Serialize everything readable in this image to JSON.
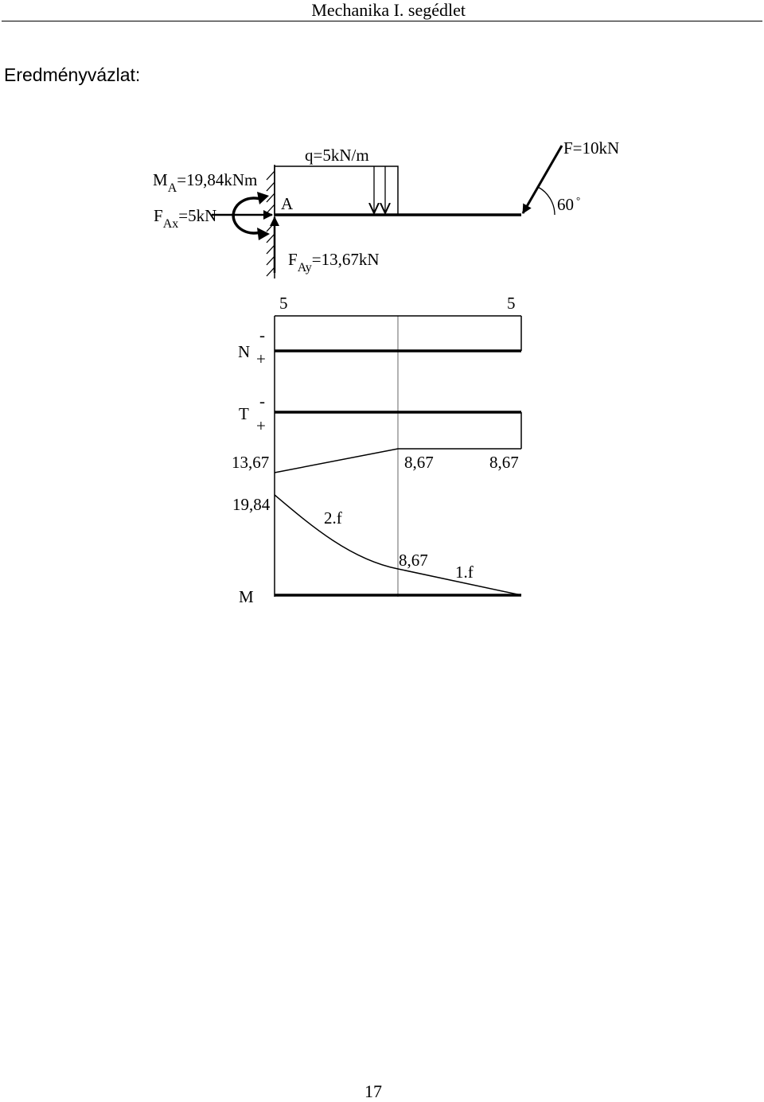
{
  "header": {
    "title": "Mechanika I. segédlet"
  },
  "section_title": "Eredményvázlat:",
  "page_number": "17",
  "colors": {
    "ink": "#000000",
    "guide": "#808080",
    "paper": "#ffffff"
  },
  "beam": {
    "support_label": "A",
    "distributed_load": {
      "label": "q=5kN/m"
    },
    "point_force": {
      "label": "F=10kN",
      "angle": "60",
      "degree_mark": "°"
    },
    "reactions": {
      "moment": {
        "main": "M",
        "sub": "A",
        "value": "=19,84kNm"
      },
      "horizontal": {
        "main": "F",
        "sub": "Ax",
        "value": "=5kN"
      },
      "vertical": {
        "main": "F",
        "sub": "Ay",
        "value": "=13,67kN"
      }
    }
  },
  "diagrams": {
    "normal": {
      "symbol": "N",
      "neg": "-",
      "pos": "+",
      "value_left": "5",
      "value_right": "5"
    },
    "shear": {
      "symbol": "T",
      "neg": "-",
      "pos": "+",
      "value_left": "13,67",
      "value_mid": "8,67",
      "value_right": "8,67"
    },
    "moment": {
      "symbol": "M",
      "value_left": "19,84",
      "value_mid": "8,67",
      "curve_left_label": "2.f",
      "curve_right_label": "1.f"
    }
  }
}
